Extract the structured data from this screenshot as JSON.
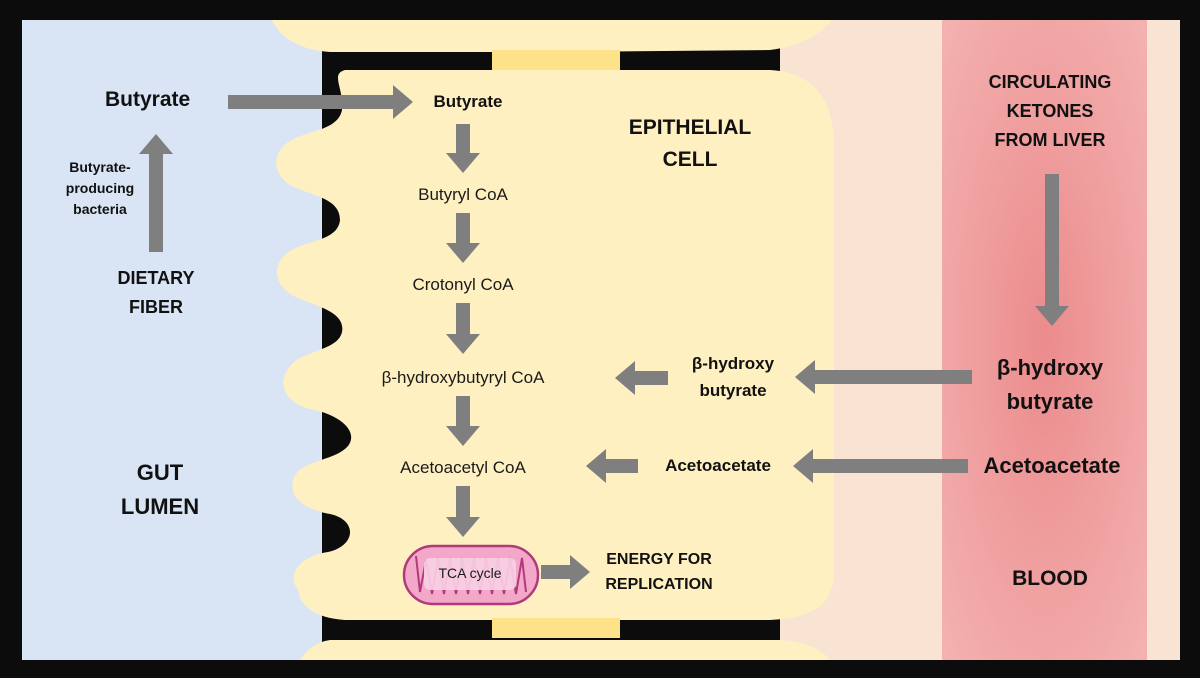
{
  "colors": {
    "frame": "#0c0c0c",
    "lumen": "#d9e4f4",
    "cell": "#fff0c2",
    "interstitial": "#f9e4d4",
    "blood": "#f3b2b0",
    "blood_core": "#ec8b8d",
    "junction": "#fde28a",
    "arrow": "#7f7f7f",
    "mito_fill": "#f3a7c9",
    "mito_stroke": "#b03a7b"
  },
  "lumen": {
    "title_line1": "GUT",
    "title_line2": "LUMEN",
    "butyrate": "Butyrate",
    "bacteria_line1": "Butyrate-",
    "bacteria_line2": "producing",
    "bacteria_line3": "bacteria",
    "fiber_line1": "DIETARY",
    "fiber_line2": "FIBER"
  },
  "cell": {
    "title_line1": "EPITHELIAL",
    "title_line2": "CELL",
    "butyrate": "Butyrate",
    "butyryl_coa": "Butyryl CoA",
    "crotonyl_coa": "Crotonyl CoA",
    "hydroxybutyryl_coa": "β-hydroxybutyryl CoA",
    "acetoacetyl_coa": "Acetoacetyl CoA",
    "tca": "TCA cycle",
    "energy_line1": "ENERGY FOR",
    "energy_line2": "REPLICATION",
    "bhb_line1": "β-hydroxy",
    "bhb_line2": "butyrate",
    "acetoacetate": "Acetoacetate"
  },
  "blood": {
    "title": "BLOOD",
    "ketones_line1": "CIRCULATING",
    "ketones_line2": "KETONES",
    "ketones_line3": "FROM LIVER",
    "bhb_line1": "β-hydroxy",
    "bhb_line2": "butyrate",
    "acetoacetate": "Acetoacetate"
  }
}
